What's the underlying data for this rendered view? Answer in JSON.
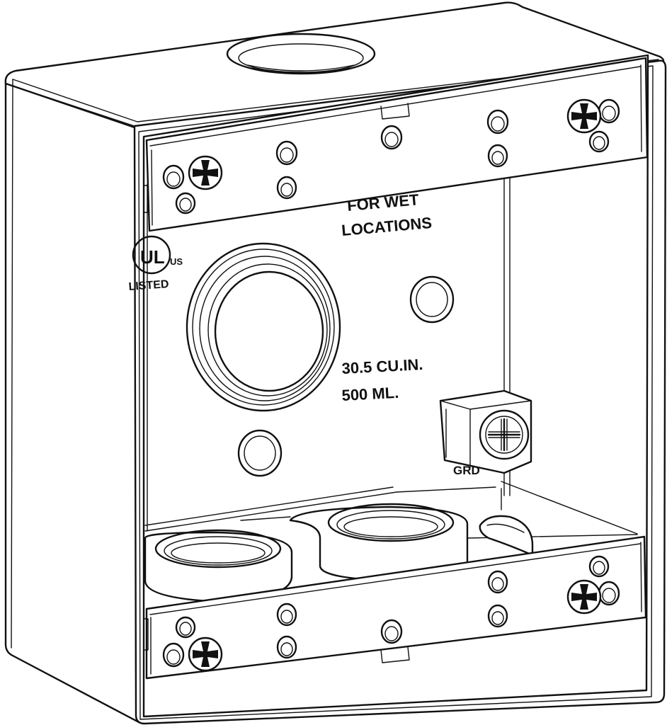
{
  "embossed_text": {
    "wet_line1": "FOR WET",
    "wet_line2": "LOCATIONS",
    "volume_cu_in": "30.5 CU.IN.",
    "volume_ml": "500 ML.",
    "ground": "GRD",
    "ul_mark": "UL",
    "ul_us": "US",
    "ul_listed": "LISTED"
  },
  "colors": {
    "line": "#111111",
    "background": "#ffffff"
  }
}
